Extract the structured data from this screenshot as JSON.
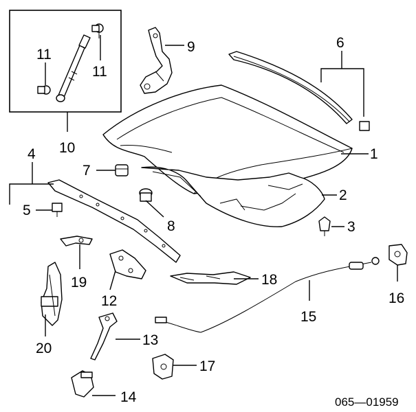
{
  "diagram": {
    "callouts": {
      "c1": "1",
      "c2": "2",
      "c3": "3",
      "c4": "4",
      "c5": "5",
      "c6": "6",
      "c7": "7",
      "c8": "8",
      "c9": "9",
      "c10": "10",
      "c11a": "11",
      "c11b": "11",
      "c12": "12",
      "c13": "13",
      "c14": "14",
      "c15": "15",
      "c16": "16",
      "c17": "17",
      "c18": "18",
      "c19": "19",
      "c20": "20"
    },
    "diagram_code": "065—01959"
  }
}
